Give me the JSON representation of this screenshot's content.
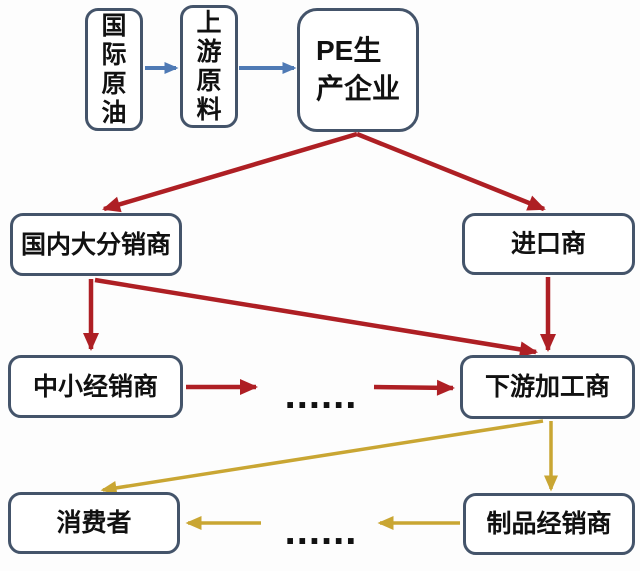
{
  "diagram": {
    "nodes": {
      "crude": {
        "label": "国际原油"
      },
      "upstream": {
        "label": "上游原料"
      },
      "pe": {
        "label": "PE生产企业"
      },
      "domestic": {
        "label": "国内大分销商"
      },
      "importer": {
        "label": "进口商"
      },
      "smb": {
        "label": "中小经销商"
      },
      "processor": {
        "label": "下游加工商"
      },
      "consumer": {
        "label": "消费者"
      },
      "product_dealer": {
        "label": "制品经销商"
      }
    },
    "ellipsis": {
      "middle": "......",
      "bottom": "......"
    },
    "colors": {
      "box_border": "#44546a",
      "arrow_blue": "#4f7ab5",
      "arrow_red": "#ae1f24",
      "arrow_yellow": "#c9a633",
      "text": "#111111",
      "background": "#fdfdfd"
    }
  }
}
